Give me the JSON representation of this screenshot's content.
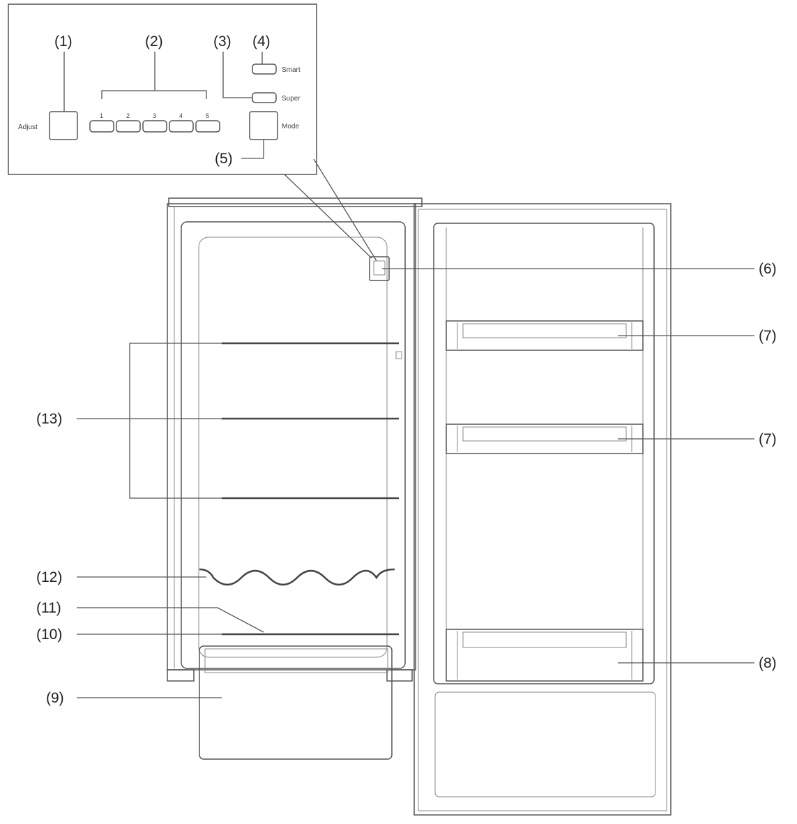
{
  "labels": {
    "c1": "(1)",
    "c2": "(2)",
    "c3": "(3)",
    "c4": "(4)",
    "c5": "(5)",
    "c6": "(6)",
    "c7a": "(7)",
    "c7b": "(7)",
    "c8": "(8)",
    "c9": "(9)",
    "c10": "(10)",
    "c11": "(11)",
    "c12": "(12)",
    "c13": "(13)"
  },
  "panel": {
    "adjust_label": "Adjust",
    "smart_label": "Smart",
    "super_label": "Super",
    "mode_label": "Mode",
    "level_numbers": [
      "1",
      "2",
      "3",
      "4",
      "5"
    ]
  }
}
